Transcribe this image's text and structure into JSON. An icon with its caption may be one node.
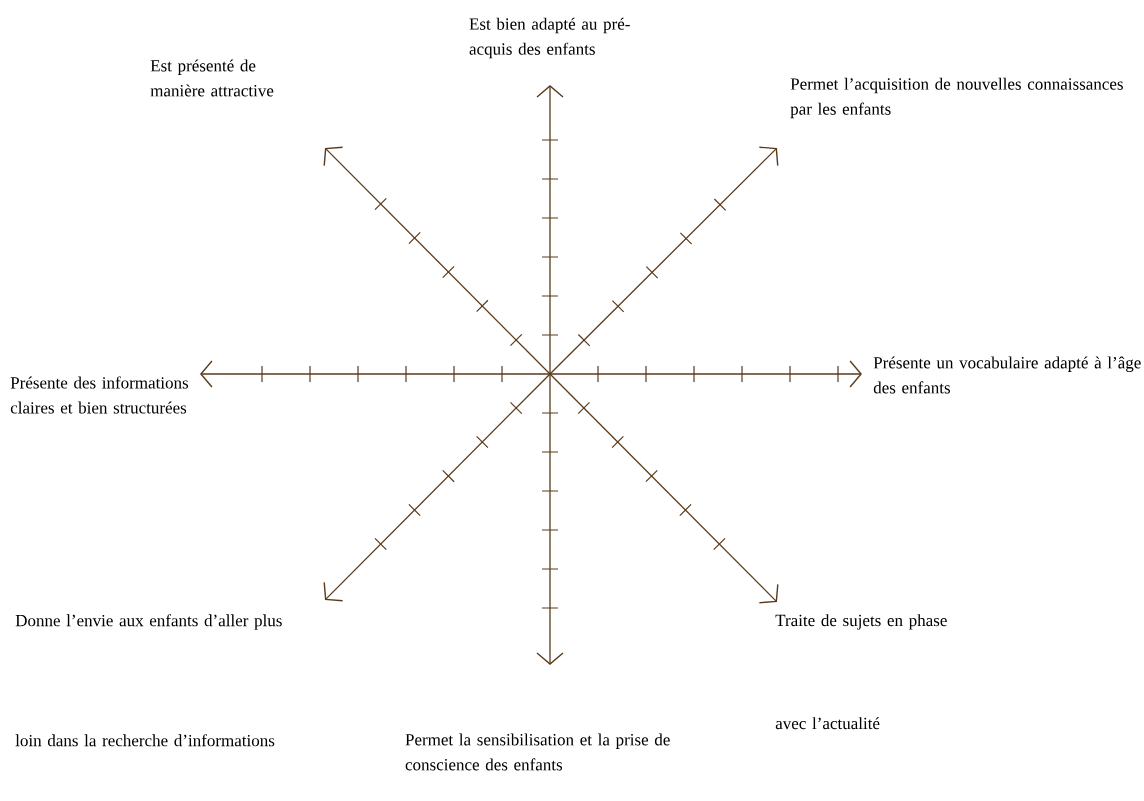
{
  "diagram": {
    "nodes": [
      {
        "text": [
          "Est bien adapté au pré-acquis des enfants"
        ]
      },
      {
        "text": [
          "Permet l’acquisition de nouvelles connaissances par les enfants"
        ]
      },
      {
        "text": [
          "Présente un vocabulaire adapté à l’âge des enfants"
        ]
      },
      {
        "text": [
          "Traite de sujets en phase avec l’actualité"
        ]
      },
      {
        "text": [
          "Permet la sensibilisation et la prise de conscience des enfants"
        ]
      },
      {
        "text": [
          "Donne l’envie aux enfants d’aller plus loin dans la recherche d’informations"
        ]
      },
      {
        "text": [
          "Présente des informations claires et bien structurées"
        ]
      },
      {
        "text": [
          "Est présenté de manière attractive"
        ]
      }
    ],
    "edges": [
      {
        "from": null,
        "to": 0,
        "arrow": "to"
      },
      {
        "from": null,
        "to": 1,
        "arrow": "to"
      },
      {
        "from": null,
        "to": 2,
        "arrow": "to"
      },
      {
        "from": null,
        "to": 3,
        "arrow": "to"
      },
      {
        "from": null,
        "to": 4,
        "arrow": "to"
      },
      {
        "from": null,
        "to": 5,
        "arrow": "to"
      },
      {
        "from": null,
        "to": 6,
        "arrow": "to"
      },
      {
        "from": null,
        "to": 7,
        "arrow": "to"
      }
    ]
  }
}
